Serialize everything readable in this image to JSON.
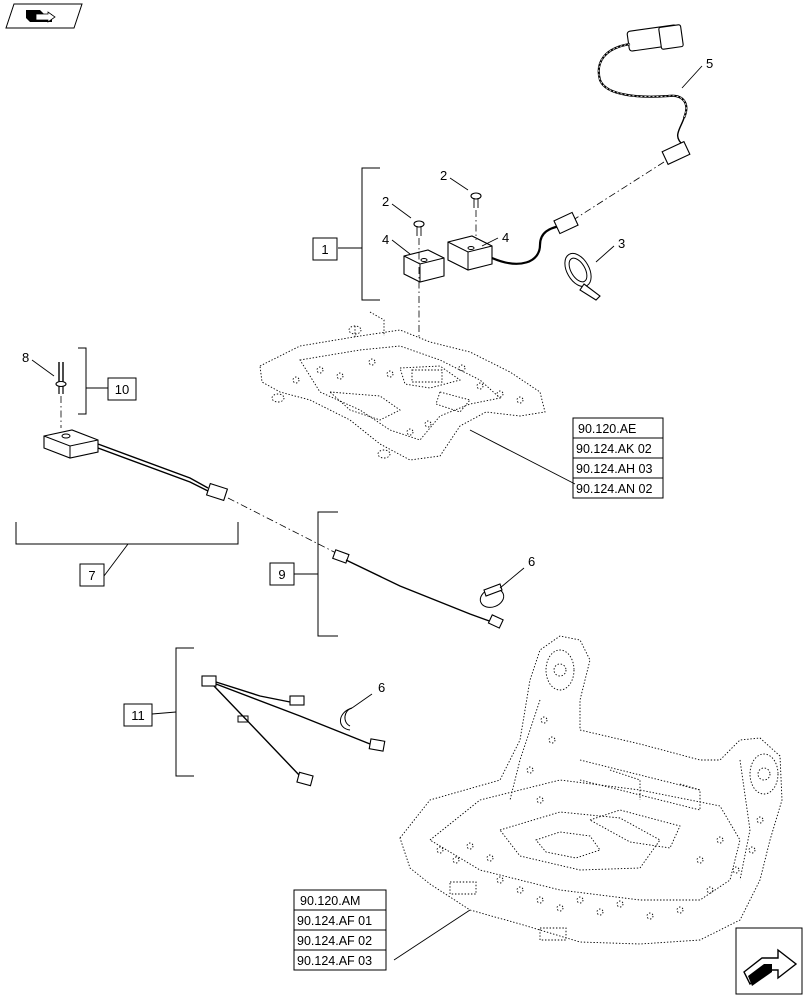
{
  "diagram": {
    "callouts": [
      "2",
      "2",
      "4",
      "4",
      "5",
      "3",
      "8",
      "6",
      "6"
    ],
    "boxed_items": [
      "1",
      "10",
      "7",
      "9",
      "11"
    ],
    "reference_groups": [
      [
        "90.120.AE",
        "90.124.AK 02",
        "90.124.AH 03",
        "90.124.AN 02"
      ],
      [
        "90.120.AM",
        "90.124.AF 01",
        "90.124.AF 02",
        "90.124.AF 03"
      ]
    ]
  },
  "icons": {
    "top_left": "previous-page-icon",
    "bottom_right": "next-page-icon"
  }
}
